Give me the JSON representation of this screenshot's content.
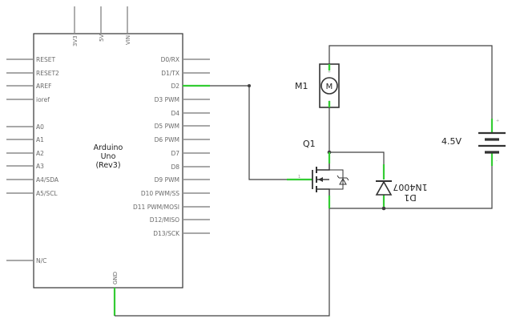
{
  "arduino": {
    "title_lines": [
      "Arduino",
      "Uno",
      "(Rev3)"
    ],
    "left_pins": [
      "RESET",
      "RESET2",
      "AREF",
      "ioref",
      "A0",
      "A1",
      "A2",
      "A3",
      "A4/SDA",
      "A5/SCL",
      "N/C"
    ],
    "right_pins": [
      "D0/RX",
      "D1/TX",
      "D2",
      "D3 PWM",
      "D4",
      "D5 PWM",
      "D6 PWM",
      "D7",
      "D8",
      "D9 PWM",
      "D10 PWM/SS",
      "D11 PWM/MOSI",
      "D12/MISO",
      "D13/SCK"
    ],
    "top_pins": [
      "3V3",
      "5V",
      "VIN"
    ],
    "bottom_pin": "GND"
  },
  "components": {
    "motor": {
      "ref": "M1",
      "symbol": "M",
      "plus": "+",
      "minus": "-"
    },
    "mosfet": {
      "ref": "Q1",
      "gate_pin": "1"
    },
    "battery": {
      "value": "4.5V",
      "plus": "+",
      "minus": "-"
    },
    "diode": {
      "ref": "D1",
      "part": "1N4007"
    }
  },
  "colors": {
    "wire": "#404040",
    "pin_active": "#33cc33",
    "pin_idle": "#8c8c8c",
    "board_outline": "#333333"
  }
}
